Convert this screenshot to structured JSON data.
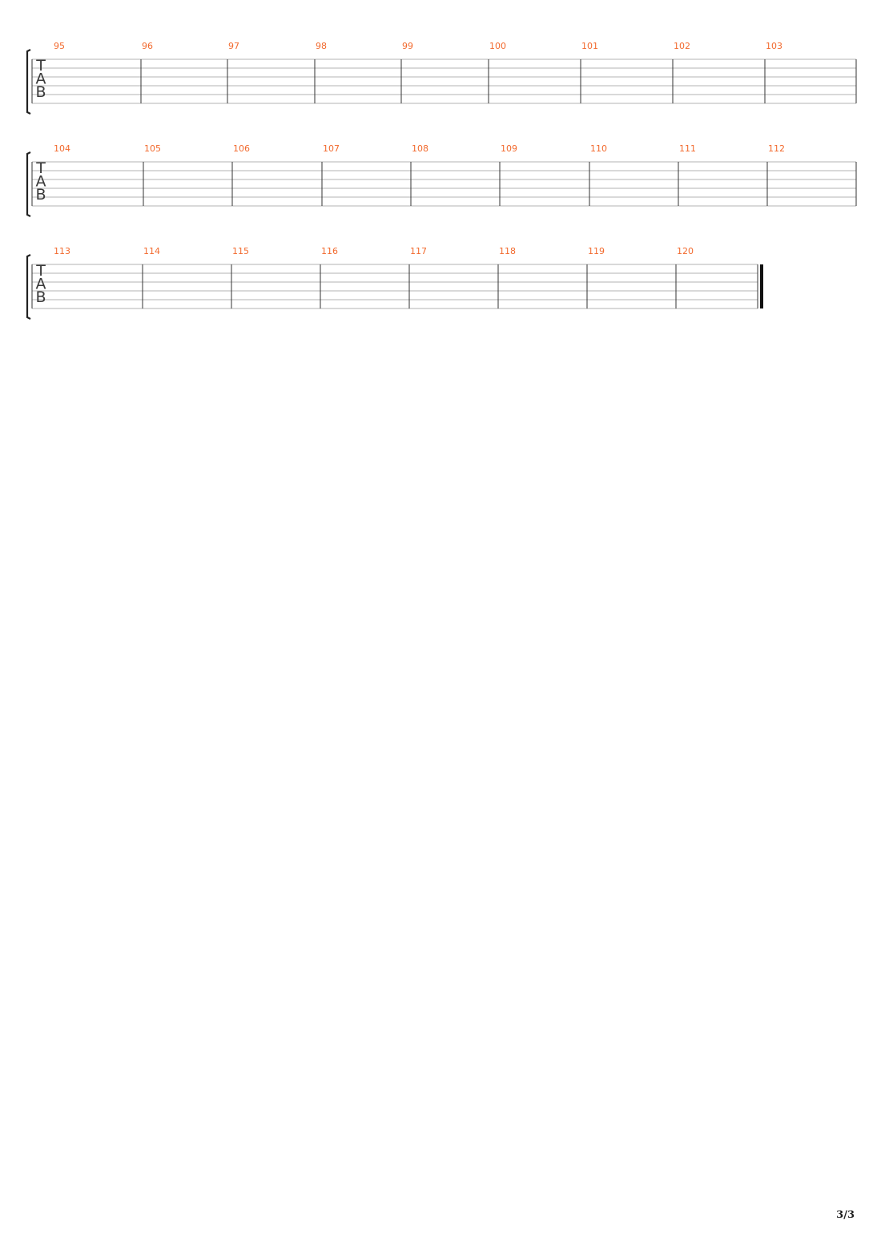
{
  "score": {
    "clef_letters": [
      "T",
      "A",
      "B"
    ],
    "systems": [
      {
        "measures": [
          "95",
          "96",
          "97",
          "98",
          "99",
          "100",
          "101",
          "102",
          "103"
        ],
        "final_barline": false
      },
      {
        "measures": [
          "104",
          "105",
          "106",
          "107",
          "108",
          "109",
          "110",
          "111",
          "112"
        ],
        "final_barline": false
      },
      {
        "measures": [
          "113",
          "114",
          "115",
          "116",
          "117",
          "118",
          "119",
          "120"
        ],
        "final_barline": true
      }
    ]
  },
  "colors": {
    "measure_number": "#f26a2e",
    "staff_line": "#9a9a9a",
    "barline": "#333333",
    "bracket": "#222222"
  },
  "footer": {
    "page_number": "3/3"
  }
}
